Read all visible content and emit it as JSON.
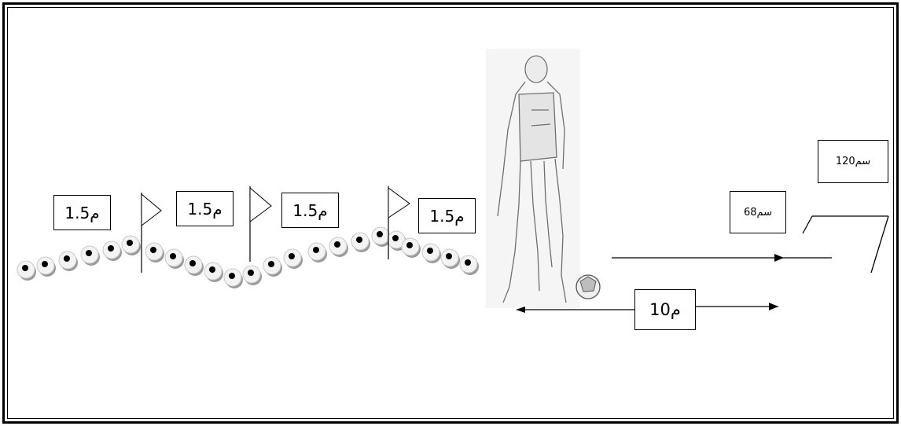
{
  "labels": {
    "cone_gap_1": "1.5م",
    "cone_gap_2": "1.5م",
    "cone_gap_3": "1.5م",
    "cone_gap_4": "1.5م",
    "run_distance": "10م",
    "low_height": "68سم",
    "high_height": "120سم"
  },
  "colors": {
    "ink": "#000000",
    "cone_shadow": "#9a9a9a"
  }
}
